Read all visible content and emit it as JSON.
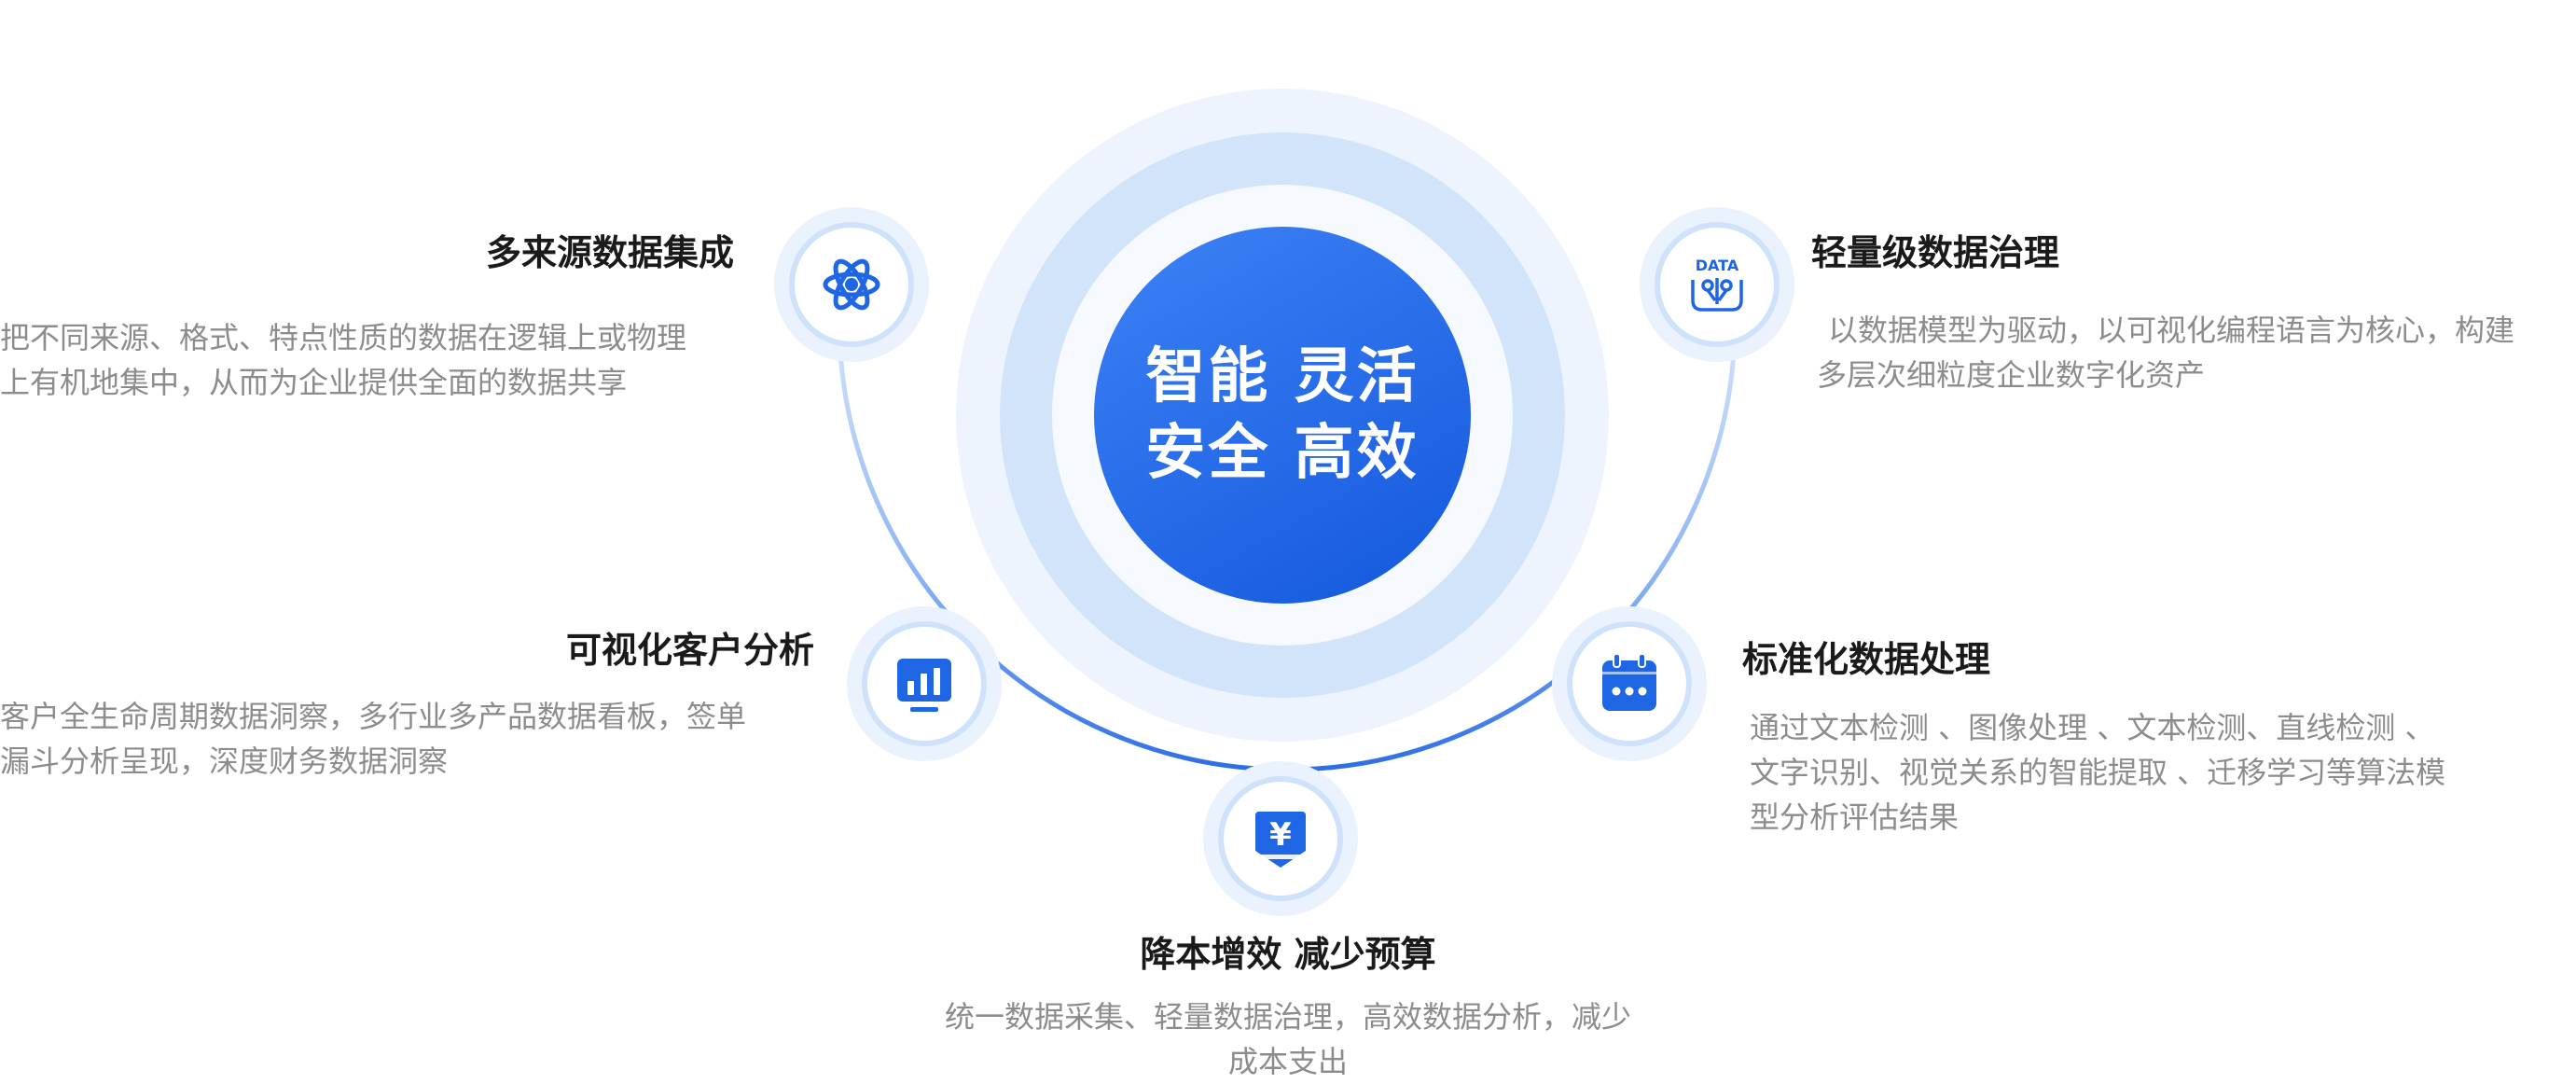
{
  "center": {
    "line1": "智能 灵活",
    "line2": "安全 高效"
  },
  "items": [
    {
      "title": "多来源数据集成",
      "desc": [
        "把不同来源、格式、特点性质的数据在逻辑上或物理",
        "上有机地集中，从而为企业提供全面的数据共享"
      ],
      "icon": "atom-icon"
    },
    {
      "title": "轻量级数据治理",
      "desc": [
        "以数据模型为驱动，以可视化编程语言为核心，构建",
        "多层次细粒度企业数字化资产"
      ],
      "icon": "data-icon",
      "icon_text": "DATA"
    },
    {
      "title": "可视化客户分析",
      "desc": [
        "客户全生命周期数据洞察，多行业多产品数据看板，签单",
        "漏斗分析呈现，深度财务数据洞察"
      ],
      "icon": "bar-chart-icon"
    },
    {
      "title": "标准化数据处理",
      "desc": [
        "通过文本检测 、图像处理 、文本检测、直线检测 、",
        "文字识别、视觉关系的智能提取 、迁移学习等算法模",
        "型分析评估结果"
      ],
      "icon": "calendar-icon"
    },
    {
      "title": "降本增效 减少预算",
      "desc": [
        "统一数据采集、轻量数据治理，高效数据分析，减少",
        "成本支出"
      ],
      "icon": "yen-icon",
      "icon_text": "¥"
    }
  ],
  "colors": {
    "primary": "#1458dd",
    "accent": "#3d82f5",
    "ring_light": "#edf4fd",
    "ring_mid": "#d2e4fa",
    "title": "#1a1a1a",
    "desc": "#8c8c8c"
  }
}
